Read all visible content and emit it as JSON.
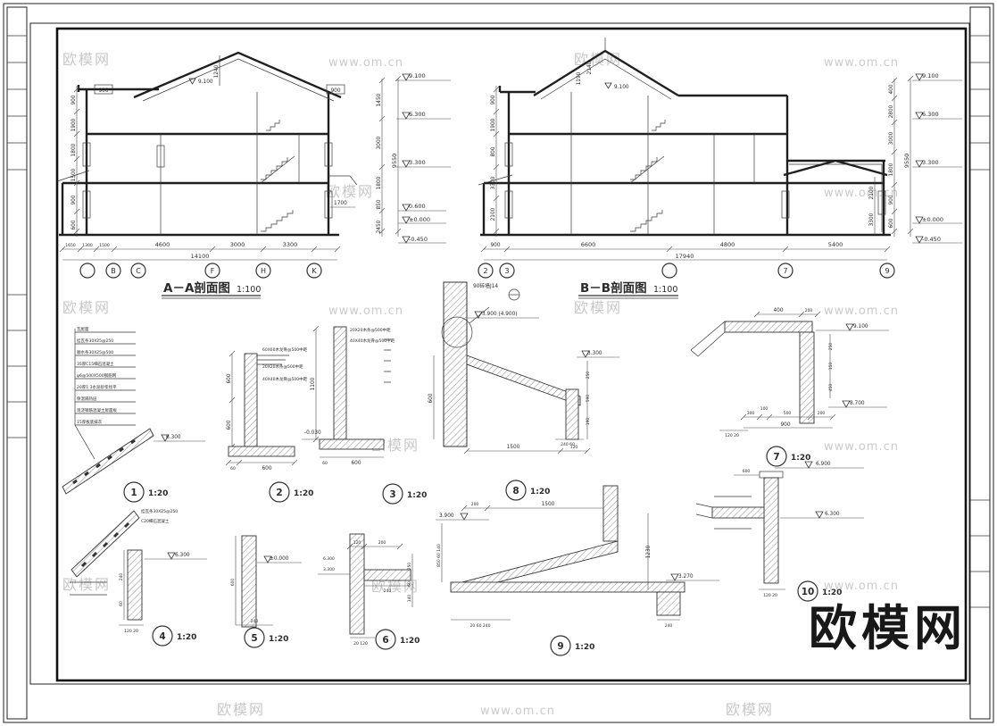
{
  "meta": {
    "bg": "#ffffff",
    "ink": "#2b2b2b",
    "watermark_color": "#c8c8c8"
  },
  "logo": {
    "text": "欧模网"
  },
  "watermarks": [
    {
      "t": "欧模网"
    },
    {
      "t": "www.om.cn"
    },
    {
      "t": "欧模网"
    },
    {
      "t": "www.om.cn"
    },
    {
      "t": "欧模网"
    },
    {
      "t": "www.om.cn"
    },
    {
      "t": "欧模网"
    },
    {
      "t": "www.om.cn"
    },
    {
      "t": "欧模网"
    },
    {
      "t": "www.om.cn"
    },
    {
      "t": "欧模网"
    },
    {
      "t": "www.om.cn"
    },
    {
      "t": "欧模网"
    },
    {
      "t": "欧模网"
    },
    {
      "t": "www.om.cn"
    },
    {
      "t": "欧模网"
    },
    {
      "t": "www.om.cn"
    },
    {
      "t": "欧模网"
    }
  ],
  "secA": {
    "title": "A－A剖面图",
    "scale": "1:100",
    "left_dims": [
      "900",
      "1900",
      "1800",
      "1500",
      "900",
      "600"
    ],
    "right_dims": [
      "1450",
      "3000",
      "1800",
      "850",
      "2450"
    ],
    "right_total": "9550",
    "elevations": [
      "9.100",
      "6.300",
      "3.300",
      "0.600",
      "±0.000",
      "-0.450"
    ],
    "canopy_dim": "1700",
    "apex_dim": "1240",
    "apex_elev": "9.100",
    "eave_left": "900",
    "eave_right": "900",
    "bottom_dims": [
      "1650",
      "1300",
      "1500",
      "4600",
      "3000",
      "3300"
    ],
    "bottom_total": "14100",
    "grid": [
      "",
      "B",
      "C",
      "F",
      "H",
      "K"
    ]
  },
  "secB": {
    "title": "B－B剖面图",
    "scale": "1:100",
    "left_dims": [
      "900",
      "1900",
      "800",
      "3300",
      "2100"
    ],
    "right_dims": [
      "400",
      "2800",
      "3000",
      "1800",
      "900",
      "600"
    ],
    "right_total": "9550",
    "wing_dims": [
      "2100",
      "3300"
    ],
    "elevations": [
      "9.100",
      "6.300",
      "3.300",
      "±0.000",
      "-0.450"
    ],
    "apex_dims": [
      "2140",
      "1190"
    ],
    "apex_elev": "9.100",
    "bottom_dims": [
      "900",
      "6600",
      "4800",
      "5400"
    ],
    "bottom_total": "17940",
    "grid": [
      "2",
      "3",
      "",
      "7",
      "9"
    ]
  },
  "details": [
    {
      "num": "1",
      "scale": "1:20"
    },
    {
      "num": "2",
      "scale": "1:20"
    },
    {
      "num": "3",
      "scale": "1:20"
    },
    {
      "num": "4",
      "scale": "1:20"
    },
    {
      "num": "5",
      "scale": "1:20"
    },
    {
      "num": "6",
      "scale": "1:20"
    },
    {
      "num": "7",
      "scale": "1:20"
    },
    {
      "num": "8",
      "scale": "1:20"
    },
    {
      "num": "9",
      "scale": "1:20"
    },
    {
      "num": "10",
      "scale": "1:20"
    }
  ],
  "d1": {
    "materials": [
      "瓦屋面",
      "挂瓦条30X25@250",
      "顺水条30X25@500",
      "35厚C15细石混凝土",
      "φ6@500X500钢筋网",
      "20厚1:3水泥砂浆找平",
      "保温隔热层",
      "现浇钢筋混凝土屋面板",
      "15厚板底抹灰"
    ],
    "level": "6.300"
  },
  "d2": {
    "t1": "60X60木龙骨@500中距",
    "t2": "20X20木条@500中距",
    "t3": "40X40木龙骨@500中距",
    "dim_a": "600",
    "dim_b": "600",
    "dim_c": "60",
    "dim_d": "600"
  },
  "d3": {
    "t1": "20X20木条@500中距",
    "t2": "40X40木龙骨@500中距",
    "dim_h": "1100",
    "level": "-0.030",
    "dim_c": "60",
    "dim_d": "600"
  },
  "d4": {
    "note_a": "挂瓦条30X25@250",
    "note_b": "C20细石混凝土",
    "level": "6.300",
    "dim_r1": "240",
    "dim_r2": "60",
    "dim_edge": "120 20"
  },
  "d5": {
    "level": "±0.000",
    "dim_left": "600",
    "dim_bottom": "240"
  },
  "d6": {
    "level_a": "6.300",
    "level_b": "3.300",
    "dim_t1": "120",
    "dim_t2": "200",
    "dim_r1": "250",
    "dim_r2": "60",
    "dim_r3": "140",
    "dim_b1": "20 120",
    "dim_b2": "240"
  },
  "d7": {
    "dim_t1": "400",
    "dim_t2": "200",
    "level_a": "9.100",
    "level_b": "8.700",
    "dim_r1": "250",
    "dim_r2": "150",
    "dim_r3": "450",
    "dim_b1": "300",
    "dim_b2": "100",
    "dim_b3": "500",
    "dim_b4": "200",
    "dim_total": "900",
    "dim_edge": "120 20"
  },
  "d8": {
    "wall_note": "90砖墙J14",
    "level_a": "3.900 (4.900)",
    "level_b": "3.300",
    "dim_left": "600",
    "dim_r1": "250",
    "dim_r2": "590",
    "dim_r3": "190",
    "dim_edge": "240 60",
    "dim_b1": "1500",
    "dim_b2": "120"
  },
  "d9": {
    "level_a": "3.900",
    "level_b": "3.270",
    "dim_t1": "200",
    "dim_t2": "1500",
    "dim_r": "1230",
    "dim_l": "850 60 140",
    "dim_b1": "20 60 240",
    "dim_b2": "240"
  },
  "d10": {
    "level_a": "6.900",
    "level_b": "6.300",
    "dim_top": "600",
    "dim_edge": "120 20"
  }
}
